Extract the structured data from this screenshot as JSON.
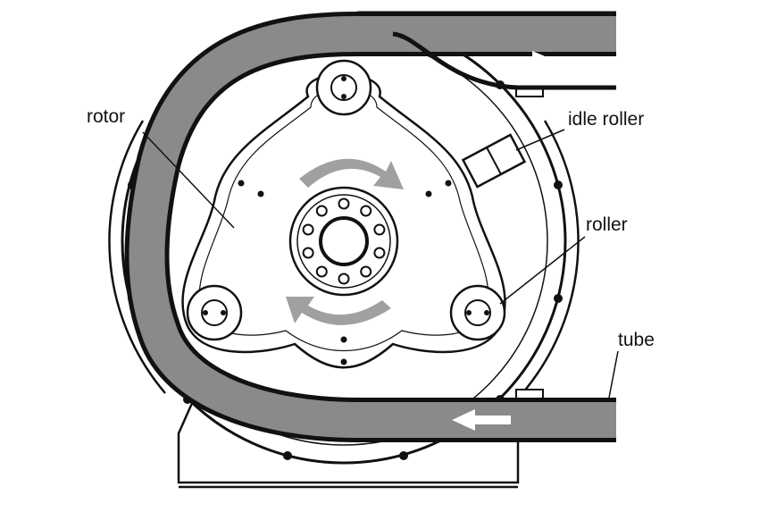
{
  "labels": {
    "rotor": "rotor",
    "idle_roller": "idle roller",
    "roller": "roller",
    "tube": "tube"
  },
  "colors": {
    "line": "#111111",
    "tube_fill": "#8a8a8a",
    "arrow_fill": "#ffffff",
    "rotation_arrow_fill": "#a0a0a0",
    "background": "#ffffff"
  },
  "icons": {
    "flow_arrows": "flow-arrow-icon",
    "rotation_arrows": "rotation-arrow-icon"
  }
}
